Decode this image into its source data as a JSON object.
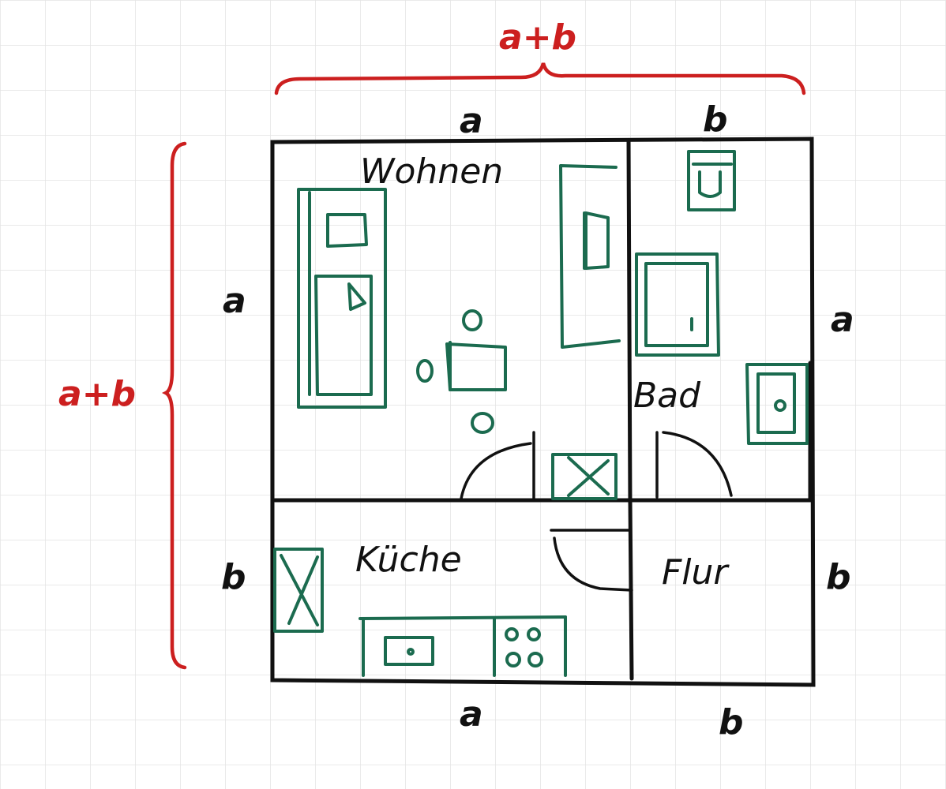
{
  "dimensions": {
    "top_total": "a+b",
    "left_total": "a+b",
    "top_a": "a",
    "top_b": "b",
    "left_a": "a",
    "left_b": "b",
    "right_a": "a",
    "right_b": "b",
    "bottom_a": "a",
    "bottom_b": "b"
  },
  "rooms": {
    "living": "Wohnen",
    "bath": "Bad",
    "kitchen": "Küche",
    "hall": "Flur"
  },
  "colors": {
    "walls": "#111111",
    "furniture": "#1b6b4f",
    "dimension_braces": "#cc1f1f",
    "grid": "#e3e3e3"
  },
  "icons": {
    "living_furniture": [
      "sofa-icon",
      "bed-icon",
      "table-icon",
      "chair-icon",
      "cabinet-icon"
    ],
    "bath_furniture": [
      "toilet-icon",
      "shower-icon",
      "sink-icon"
    ],
    "kitchen_furniture": [
      "counter-icon",
      "sink-icon",
      "stove-icon",
      "cabinet-icon"
    ]
  }
}
